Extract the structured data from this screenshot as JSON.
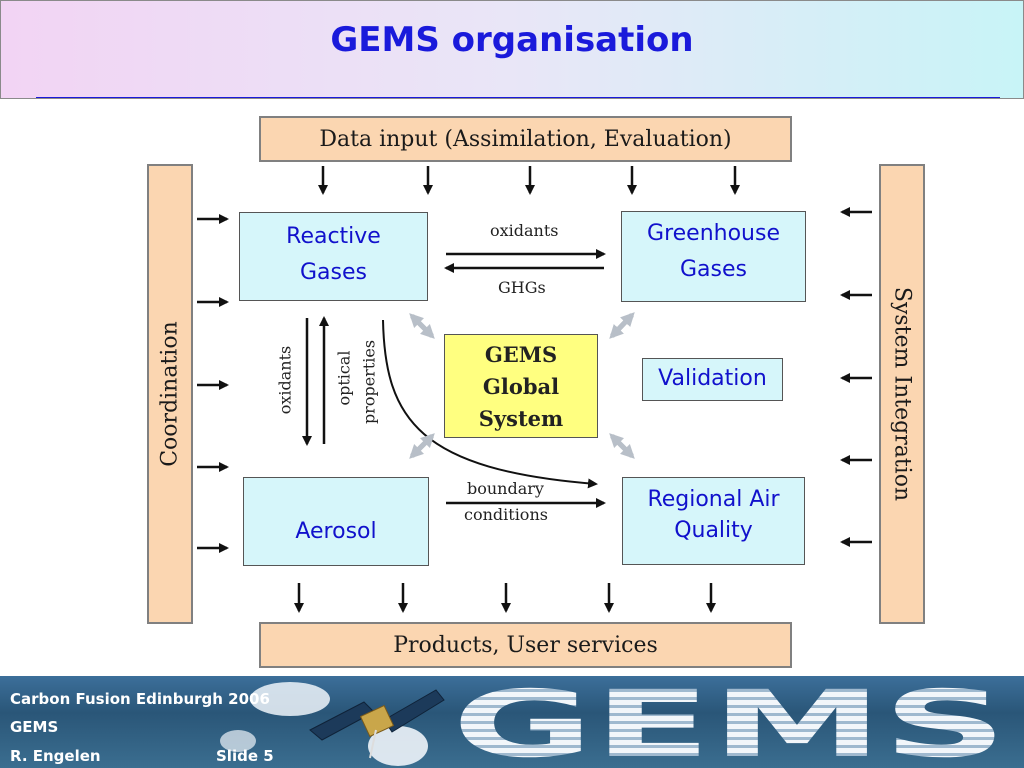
{
  "header": {
    "title": "GEMS organisation"
  },
  "diagram": {
    "data_input": "Data input (Assimilation, Evaluation)",
    "products": "Products, User services",
    "coordination": "Coordination",
    "system_integration": "System Integration",
    "reactive_gases": [
      "Reactive",
      "Gases"
    ],
    "greenhouse_gases": [
      "Greenhouse",
      "Gases"
    ],
    "aerosol": "Aerosol",
    "regional_air_quality": [
      "Regional Air",
      "Quality"
    ],
    "validation": "Validation",
    "gems_global_system": [
      "GEMS",
      "Global",
      "System"
    ],
    "labels": {
      "oxidants_top": "oxidants",
      "ghgs": "GHGs",
      "oxidants_vertical": "oxidants",
      "optical_properties": [
        "optical",
        "properties"
      ],
      "boundary_conditions": [
        "boundary",
        "conditions"
      ]
    },
    "colors": {
      "orange_fill": "#fbd6b1",
      "cyan_fill": "#d6f6fa",
      "yellow_fill": "#ffff80",
      "blue_text": "#1111cc"
    }
  },
  "footer": {
    "line1": "Carbon Fusion Edinburgh 2006",
    "line2": "GEMS",
    "author": "R. Engelen",
    "slide": "Slide 5",
    "logo_text": "GEMS"
  }
}
